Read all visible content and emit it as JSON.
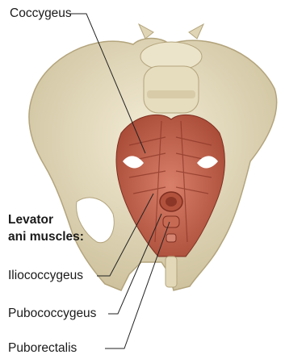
{
  "labels": {
    "coccygeus": "Coccygeus",
    "levator_line1": "Levator",
    "levator_line2": "ani muscles:",
    "iliococcygeus": "Iliococcygeus",
    "pubococcygeus": "Pubococcygeus",
    "puborectalis": "Puborectalis"
  },
  "colors": {
    "bone": "#e8e0c4",
    "bone_shadow": "#c9bd98",
    "muscle": "#c2604a",
    "muscle_dark": "#8e3426",
    "leader_line": "#222222"
  }
}
